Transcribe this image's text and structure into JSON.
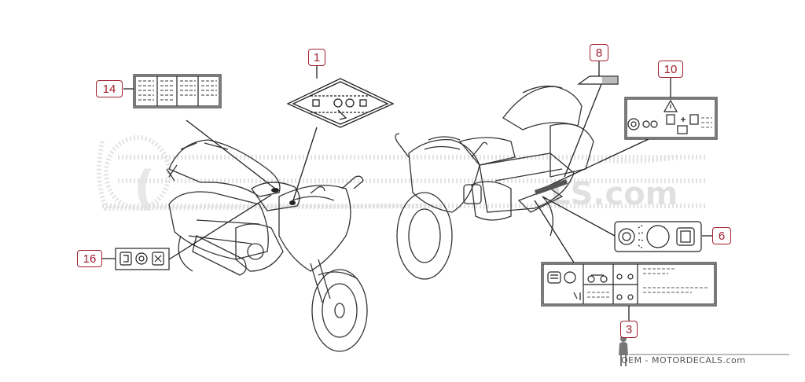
{
  "callouts": [
    {
      "id": "part-1",
      "label": "1"
    },
    {
      "id": "part-3",
      "label": "3"
    },
    {
      "id": "part-6",
      "label": "6"
    },
    {
      "id": "part-8",
      "label": "8"
    },
    {
      "id": "part-10",
      "label": "10"
    },
    {
      "id": "part-14",
      "label": "14"
    },
    {
      "id": "part-16",
      "label": "16"
    }
  ],
  "watermark": {
    "site": "OEM - MOTORDECALS.com"
  },
  "colors": {
    "callout": "#a11f2e",
    "line": "#222222",
    "watermark": "#e3e3e3"
  }
}
